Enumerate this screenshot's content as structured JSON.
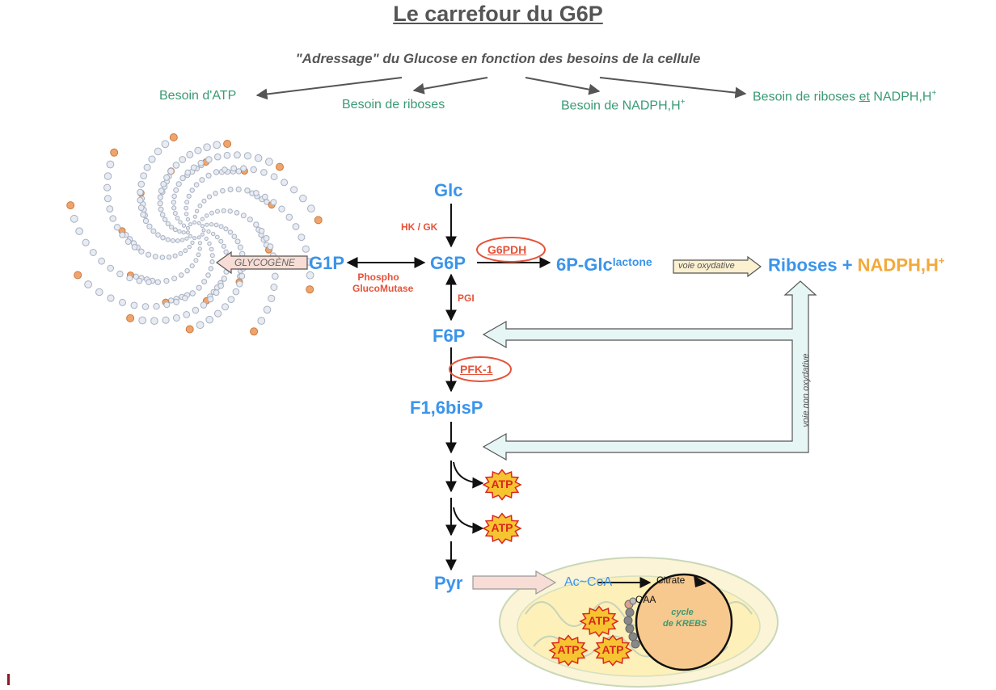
{
  "title": "Le carrefour du G6P",
  "subtitle": "\"Adressage\" du Glucose en fonction des besoins de la cellule",
  "needs": {
    "atp": "Besoin d'ATP",
    "riboses": "Besoin de riboses",
    "nadph_prefix": "Besoin de NADPH,H",
    "nadph_sup": "+",
    "both_prefix": "Besoin de riboses ",
    "both_underlined": "et",
    "both_suffix": " NADPH,H",
    "both_sup": "+"
  },
  "metabolites": {
    "glc": "Glc",
    "g6p": "G6P",
    "g1p": "G1P",
    "f6p": "F6P",
    "f16bp": "F1,6bisP",
    "pyr": "Pyr",
    "lactone_main": "6P-Glc",
    "lactone_sup": "lactone",
    "riboses": "Riboses + ",
    "nadph_main": "NADPH,H",
    "nadph_sup": "+",
    "acoa": "Ac~CoA",
    "citrate": "Citrate",
    "oaa": "OAA"
  },
  "enzymes": {
    "hk": "HK / GK",
    "g6pdh": "G6PDH",
    "pgm_1": "Phospho",
    "pgm_2": "GlucoMutase",
    "pgi": "PGI",
    "pfk": "PFK-1"
  },
  "labels": {
    "glycogene": "GLYCOGÈNE",
    "voie_oxydative": "voie oxydative",
    "voie_non_oxydative": "voie non oxydative",
    "cycle_1": "cycle",
    "cycle_2": "de KREBS",
    "atp": "ATP"
  },
  "colors": {
    "need_green": "#3a9a74",
    "metabolite_blue": "#3b94ea",
    "enzyme_red": "#e4533b",
    "nadph_orange": "#f2a93b",
    "atp_yellow": "#f6c431",
    "title_gray": "#555555"
  }
}
